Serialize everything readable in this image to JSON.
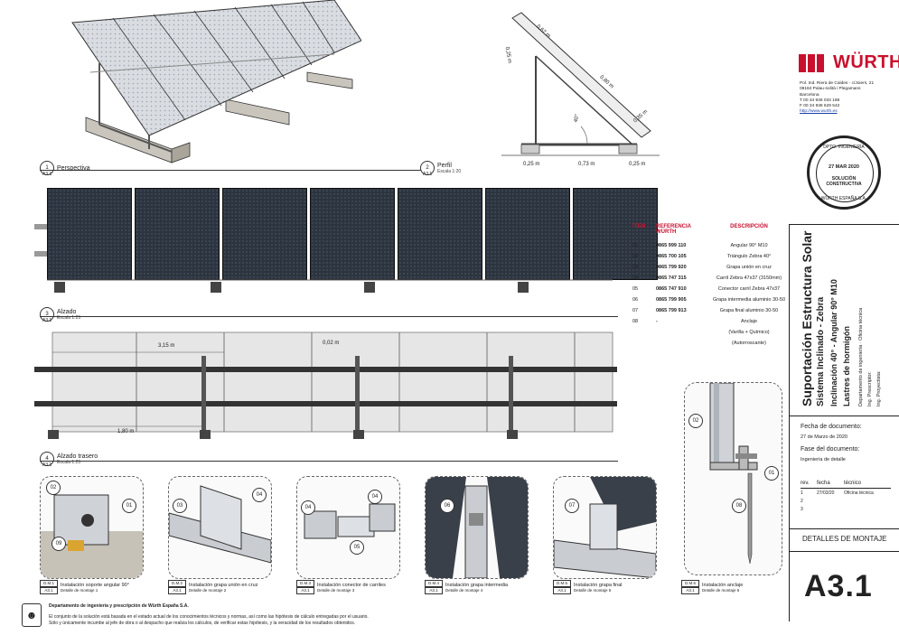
{
  "company": {
    "brand": "WÜRTH",
    "brand_color": "#c8102e",
    "address": [
      "Pol. Ind. Riera de Caldes - c/Joiers, 21",
      "08184 Palau-solità i Plegamans",
      "Barcelona"
    ],
    "phone": "T 00 34 936 033 198",
    "fax": "F 00 34 938 629 542",
    "web": "http://www.wurth.es"
  },
  "stamp": {
    "top": "DPTO. INGENIERÍA",
    "date": "27 MAR 2020",
    "line1": "SOLUCIÓN",
    "line2": "CONSTRUCTIVA",
    "bottom": "WÜRTH   ESPAÑA S.A."
  },
  "views": {
    "v1": {
      "num": "1",
      "sheet": "A3.1",
      "title": "Perspectiva",
      "scale": ""
    },
    "v2": {
      "num": "2",
      "sheet": "A3.1",
      "title": "Perfil",
      "scale": "Escala 1:20"
    },
    "v3": {
      "num": "3",
      "sheet": "A3.1",
      "title": "Alzado",
      "scale": "Escala 1:25"
    },
    "v4": {
      "num": "4",
      "sheet": "A3.1",
      "title": "Alzado trasero",
      "scale": "Escala 1:25"
    }
  },
  "profile_dims": {
    "d_top": "0,62 m",
    "d_left": "0,25 m",
    "d_rail": "0,80 m",
    "d_end": "0,35 m",
    "angle": "40°",
    "b1": "0,25 m",
    "b2": "0,73 m",
    "b3": "0,25 m"
  },
  "rear_dims": {
    "width": "3,15 m",
    "gap": "0,02 m",
    "span": "1,80 m"
  },
  "items_table": {
    "headers": [
      "ITEM",
      "REFERENCIA WÜRTH",
      "DESCRIPCIÓN"
    ],
    "rows": [
      [
        "01",
        "0865 999 110",
        "Angular 90° M10"
      ],
      [
        "02",
        "0865 700 105",
        "Triángulo Zebra 40°"
      ],
      [
        "03",
        "0865 799 920",
        "Grapa unión en cruz"
      ],
      [
        "04",
        "0865 747 315",
        "Carril Zebra 47x37 (3150mm)"
      ],
      [
        "05",
        "0865 747 910",
        "Conector carril Zebra 47x37"
      ],
      [
        "06",
        "0865 799 905",
        "Grapa intermedia aluminio 30-50"
      ],
      [
        "07",
        "0865 799 913",
        "Grapa final aluminio 30-50"
      ],
      [
        "08",
        "-",
        "Anclaje"
      ]
    ],
    "extra": [
      "(Varilla + Químico)",
      "(Autorroscante)"
    ]
  },
  "title_block": {
    "title": "Suportación Estructura Solar",
    "subtitle1": "Sistema Inclinado - Zebra",
    "subtitle2": "Inclinación 40° - Angular 90° M10",
    "subtitle3": "Lastres de hormigón",
    "dept": "Departamento de ingeniería · Oficina técnica",
    "prescriptor": "Ing. Prescriptor:",
    "proyectista": "Ing. Proyectista:",
    "doc_date_label": "Fecha de documento:",
    "doc_date": "27 de Marzo de 2020",
    "phase_label": "Fase del documento:",
    "phase": "Ingeniería de detalle",
    "rev_headers": [
      "rev.",
      "fecha",
      "técnico"
    ],
    "revs": [
      [
        "1",
        "27/03/20",
        "Oficina técnica"
      ],
      [
        "2",
        "",
        ""
      ],
      [
        "3",
        "",
        ""
      ]
    ],
    "section": "DETALLES DE MONTAJE",
    "sheet": "A3.1"
  },
  "details": [
    {
      "code": "D.M.1",
      "sheet": "A3.1",
      "title": "Instalación soporte angular 90°",
      "sub": "Detalle de montaje 1",
      "labels": [
        "02",
        "01",
        "09"
      ]
    },
    {
      "code": "D.M.2",
      "sheet": "A3.1",
      "title": "Instalación grapa unión en cruz",
      "sub": "Detalle de montaje 2",
      "labels": [
        "04",
        "03"
      ]
    },
    {
      "code": "D.M.3",
      "sheet": "A3.1",
      "title": "Instalación conector de carriles",
      "sub": "Detalle de montaje 3",
      "labels": [
        "04",
        "04",
        "05"
      ]
    },
    {
      "code": "D.M.4",
      "sheet": "A3.1",
      "title": "Instalación grapa intermedia",
      "sub": "Detalle de montaje 4",
      "labels": [
        "06"
      ]
    },
    {
      "code": "D.M.5",
      "sheet": "A3.1",
      "title": "Instalación grapa final",
      "sub": "Detalle de montaje 5",
      "labels": [
        "07"
      ]
    },
    {
      "code": "D.M.6",
      "sheet": "A3.1",
      "title": "Instalación anclaje",
      "sub": "Detalle de montaje 6",
      "labels": [
        "02",
        "01",
        "08"
      ]
    }
  ],
  "footer": {
    "dept": "Departamento de ingeniería y prescripción de Würth España S.A.",
    "disclaimer1": "El conjunto de la solución está basada en el estado actual de los conocimientos técnicos y normas, así como las hipótesis de cálculo entregadas por el usuario.",
    "disclaimer2": "Sólo y únicamente incumbe al jefe de obra o al despacho que realiza los cálculos, de verificar estas hipótesis, y la veracidad de los resultados obtenidos."
  }
}
